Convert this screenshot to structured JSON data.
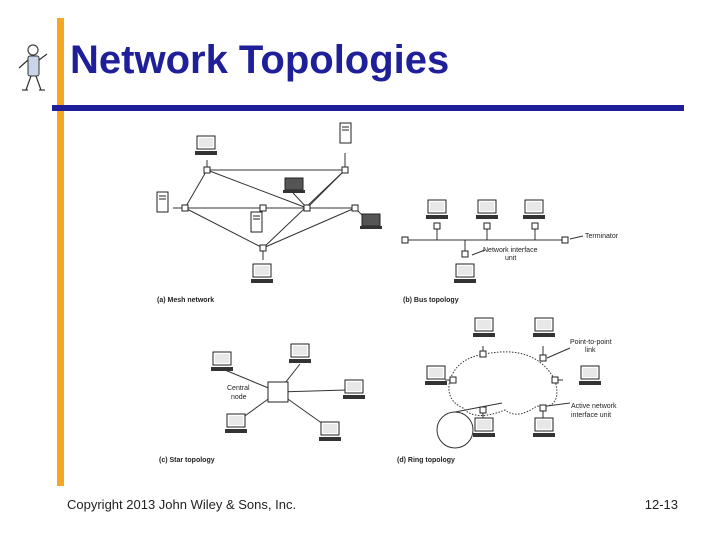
{
  "title": "Network Topologies",
  "footer": {
    "copyright": "Copyright 2013 John Wiley & Sons, Inc.",
    "page": "12-13"
  },
  "diagram": {
    "mesh_caption": "(a) Mesh network",
    "bus_caption": "(b) Bus topology",
    "star_caption": "(c) Star topology",
    "ring_caption": "(d) Ring topology",
    "terminator": "Terminator",
    "network_interface_unit_1": "Network interface",
    "network_interface_unit_2": "unit",
    "central_node_1": "Central",
    "central_node_2": "node",
    "ptp_link_1": "Point-to-point",
    "ptp_link_2": "link",
    "active_niu_1": "Active network",
    "active_niu_2": "interface unit"
  },
  "colors": {
    "title": "#1F1F9A",
    "accent_bar": "#F5A623",
    "rule": "#1F1F9A"
  }
}
